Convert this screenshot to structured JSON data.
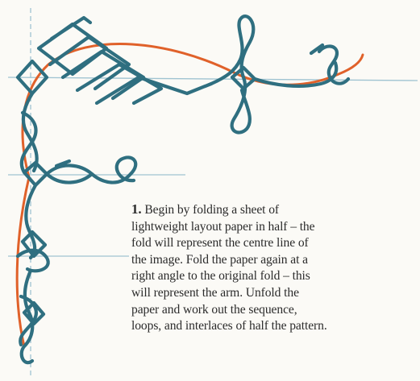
{
  "step": {
    "number": "1.",
    "lines": [
      "Begin by folding a sheet of",
      "lightweight layout paper in half – the",
      "fold will represent the centre line of",
      "the image. Fold the paper again at a",
      "right angle to the original fold – this",
      "will represent the arm. Unfold the",
      "paper and work out the sequence,",
      "loops, and interlaces of half the pattern."
    ]
  },
  "colors": {
    "paper": "#fbfaf6",
    "knotwork": "#2f6f80",
    "guide_curve": "#e0612a",
    "fold_lines": "#9fc3d1",
    "text": "#2b2b2b"
  },
  "icons": [
    "celtic-knotwork-corner-illustration"
  ]
}
